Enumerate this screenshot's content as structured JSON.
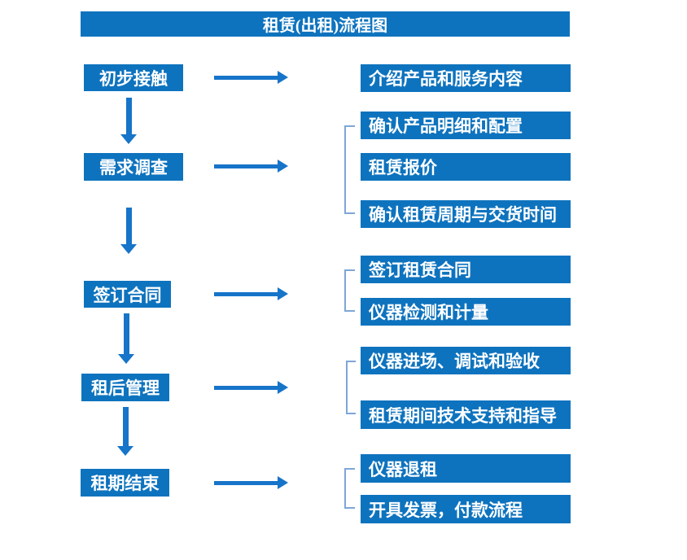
{
  "title": "租赁(出租)流程图",
  "colors": {
    "box_blue": "#0e73be",
    "arrow_blue": "#1674c9",
    "bracket_blue": "#7ea6d8",
    "text": "#ffffff",
    "background": "#ffffff"
  },
  "steps": [
    {
      "label": "初步接触",
      "outputs": [
        "介绍产品和服务内容"
      ]
    },
    {
      "label": "需求调查",
      "outputs": [
        "确认产品明细和配置",
        "租赁报价",
        "确认租赁周期与交货时间"
      ]
    },
    {
      "label": "签订合同",
      "outputs": [
        "签订租赁合同",
        "仪器检测和计量"
      ]
    },
    {
      "label": "租后管理",
      "outputs": [
        "仪器进场、调试和验收",
        "租赁期间技术支持和指导"
      ]
    },
    {
      "label": "租期结束",
      "outputs": [
        "仪器退租",
        "开具发票，付款流程"
      ]
    }
  ]
}
